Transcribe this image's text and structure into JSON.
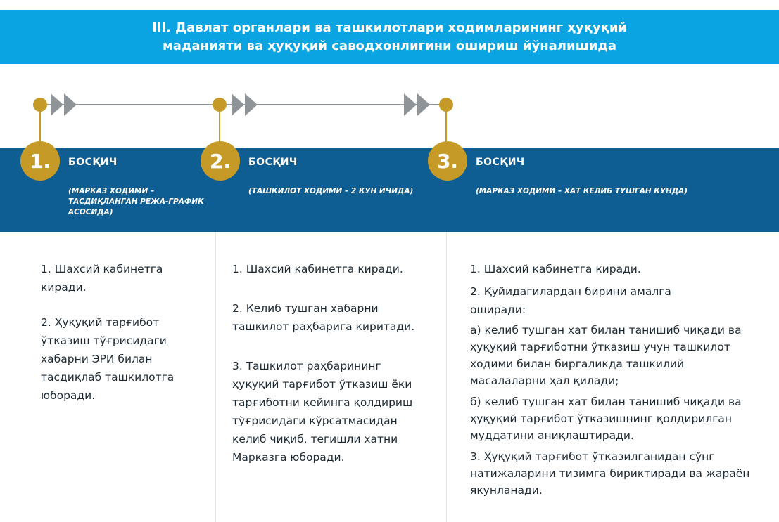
{
  "header": {
    "title": "III. Давлат органлари ва ташкилотлари ходимларининг ҳуқуқий маданияти ва ҳуқуқий саводхонлигини ошириш йўналишида"
  },
  "colors": {
    "header_bg": "#0aa4e2",
    "band_bg": "#0e5d93",
    "gold": "#c59a27",
    "timeline_gray": "#8f9499"
  },
  "steps": [
    {
      "number": "1.",
      "title": "БОСҚИЧ",
      "subtitle": "(МАРКАЗ ХОДИМИ – ТАСДИҚЛАНГАН РЕЖА-ГРАФИК АСОСИДА)",
      "items": [
        "1. Шахсий кабинетга киради.",
        "2. Ҳуқуқий тарғибот ўтказиш тўғрисидаги хабарни ЭРИ билан тасдиқлаб ташкилотга юборади."
      ]
    },
    {
      "number": "2.",
      "title": "БОСҚИЧ",
      "subtitle": "(ТАШКИЛОТ ХОДИМИ – 2 КУН ИЧИДА)",
      "items": [
        "1. Шахсий кабинетга киради.",
        "2. Келиб тушган хабарни ташкилот раҳбарига киритади.",
        "3. Ташкилот раҳбарининг ҳуқуқий тарғибот ўтказиш ёки тарғиботни кейинга қолдириш тўғрисидаги кўрсатмасидан келиб чиқиб, тегишли хатни Марказга юборади."
      ]
    },
    {
      "number": "3.",
      "title": "БОСҚИЧ",
      "subtitle": "(МАРКАЗ ХОДИМИ – ХАТ КЕЛИБ ТУШГАН КУНДА)",
      "items": [
        "1. Шахсий кабинетга киради.",
        "2. Қуйидагилардан бирини амалга оширади:",
        "а) келиб тушган хат билан танишиб чиқади ва ҳуқуқий тарғиботни ўтказиш учун ташкилот ходими билан биргаликда ташкилий масалаларни ҳал қилади;",
        "б) келиб тушган хат билан танишиб чиқади ва ҳуқуқий тарғибот ўтказишнинг қолдирилган муддатини аниқлаштиради.",
        "3. Ҳуқуқий тарғибот ўтказилганидан сўнг натижаларини тизимга бириктиради ва жараён якунланади."
      ]
    }
  ]
}
